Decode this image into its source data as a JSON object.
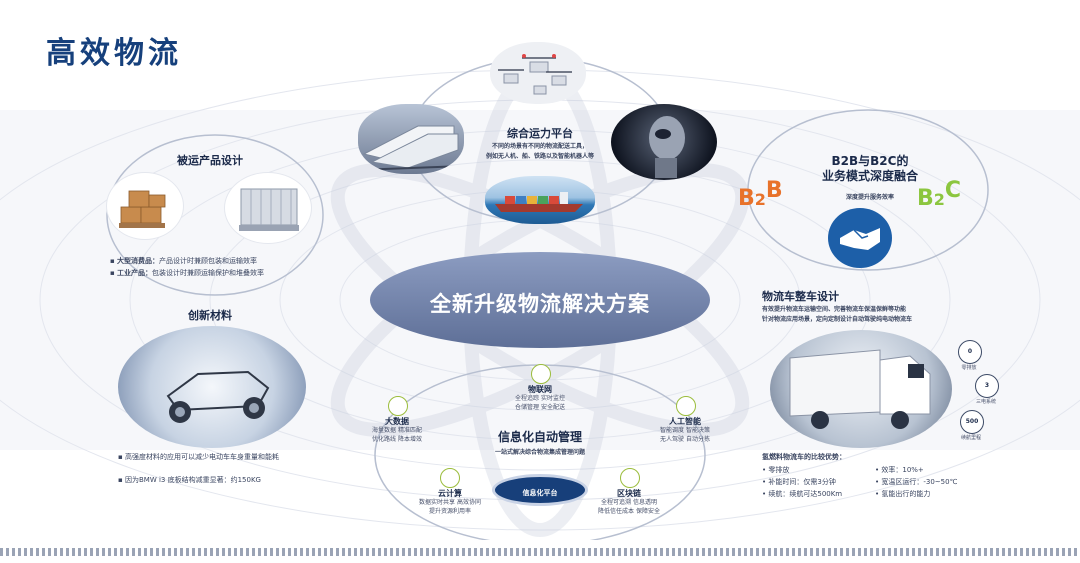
{
  "title": "高效物流",
  "center": {
    "label": "全新升级物流解决方案"
  },
  "transport": {
    "title": "综合运力平台",
    "desc": [
      "不同的场景有不同的物流配送工具，",
      "例如无人机、船、铁路以及智能机器人等"
    ]
  },
  "product_design": {
    "title": "被运产品设计",
    "bullets": [
      {
        "label": "大型消费品：",
        "text": "产品设计时兼顾包装和运输效率"
      },
      {
        "label": "工业产品：",
        "text": "包装设计时兼顾运输保护和堆叠效率"
      }
    ]
  },
  "b2b": {
    "title_line1": "B2B与B2C的",
    "title_line2": "业务模式深度融合",
    "sub": "深度提升服务效率",
    "b2b_badge": [
      "B",
      "2",
      "B"
    ],
    "b2c_badge": [
      "B",
      "2",
      "C"
    ]
  },
  "materials": {
    "title": "创新材料",
    "bullets": [
      "高强度材料的应用可以减少电动车车身重量和能耗",
      "因为BMW i3 底板结构减重显著：约150KG"
    ]
  },
  "vehicle": {
    "title": "物流车整车设计",
    "desc": [
      "有效提升物流车运输空间、完善物流车保温保鲜等功能",
      "针对物流应用场景，定向定制设计自动驾驶纯电动物流车"
    ],
    "stats": [
      {
        "value": "0",
        "label": "零排放"
      },
      {
        "value": "3",
        "label": "三电系统"
      },
      {
        "value": "500",
        "label": "续航里程"
      }
    ],
    "advantages_title": "氢燃料物流车的比较优势：",
    "advantages": [
      "零排放",
      "效率：10%+",
      "补能时间：仅需3分钟",
      "宽温区运行：-30~50℃",
      "续航：续航可达500Km",
      "氢能出行的能力"
    ]
  },
  "info": {
    "title": "信息化自动管理",
    "sub": "一站式解决综合物流集成管理问题",
    "platform": "信息化平台",
    "nodes": [
      {
        "name": "物联网",
        "desc": [
          "全程追踪 实时监控",
          "仓储管理 安全配送"
        ]
      },
      {
        "name": "大数据",
        "desc": [
          "海量数据 精准匹配",
          "优化路线 降本增效"
        ]
      },
      {
        "name": "人工智能",
        "desc": [
          "智能调度 智能决策",
          "无人驾驶 自动分拣"
        ]
      },
      {
        "name": "云计算",
        "desc": [
          "数据实时共享 高效协同",
          "提升资源利用率"
        ]
      },
      {
        "name": "区块链",
        "desc": [
          "全程可追溯 信息透明",
          "降低信任成本 保障安全"
        ]
      }
    ]
  },
  "colors": {
    "title": "#16407c",
    "center": "#6d7fa8",
    "ring": "#d7dce6",
    "lime": "#9bbd3c",
    "b_orange": "#e8722a",
    "b_green": "#8cc63f"
  }
}
